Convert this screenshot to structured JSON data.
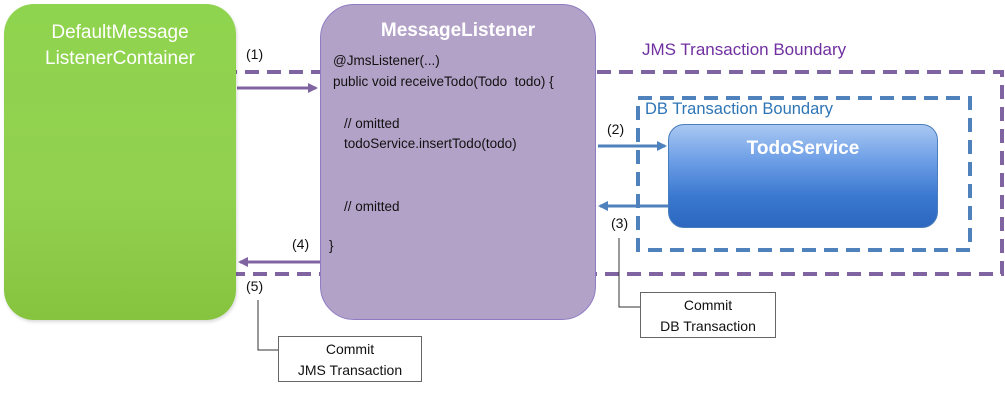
{
  "container": {
    "title_line1": "DefaultMessage",
    "title_line2": "ListenerContainer"
  },
  "listener": {
    "title": "MessageListener",
    "code": [
      "@JmsListener(...)",
      "public void receiveTodo(Todo  todo) {",
      "// omitted",
      "todoService.insertTodo(todo)",
      "// omitted",
      "}"
    ]
  },
  "boundaries": {
    "jms": "JMS Transaction Boundary",
    "db": "DB Transaction Boundary"
  },
  "service": {
    "title": "TodoService"
  },
  "steps": [
    "(1)",
    "(2)",
    "(3)",
    "(4)",
    "(5)"
  ],
  "callouts": {
    "db_commit": {
      "line1": "Commit",
      "line2": "DB Transaction"
    },
    "jms_commit": {
      "line1": "Commit",
      "line2": "JMS Transaction"
    }
  },
  "colors": {
    "container_green": "#92d050",
    "listener_purple": "#b3a2c7",
    "jms_boundary": "#8064a2",
    "db_boundary": "#4f81bd",
    "service_blue": "#3a78d0",
    "arrow_purple": "#8064a2",
    "arrow_blue": "#4f81bd"
  }
}
